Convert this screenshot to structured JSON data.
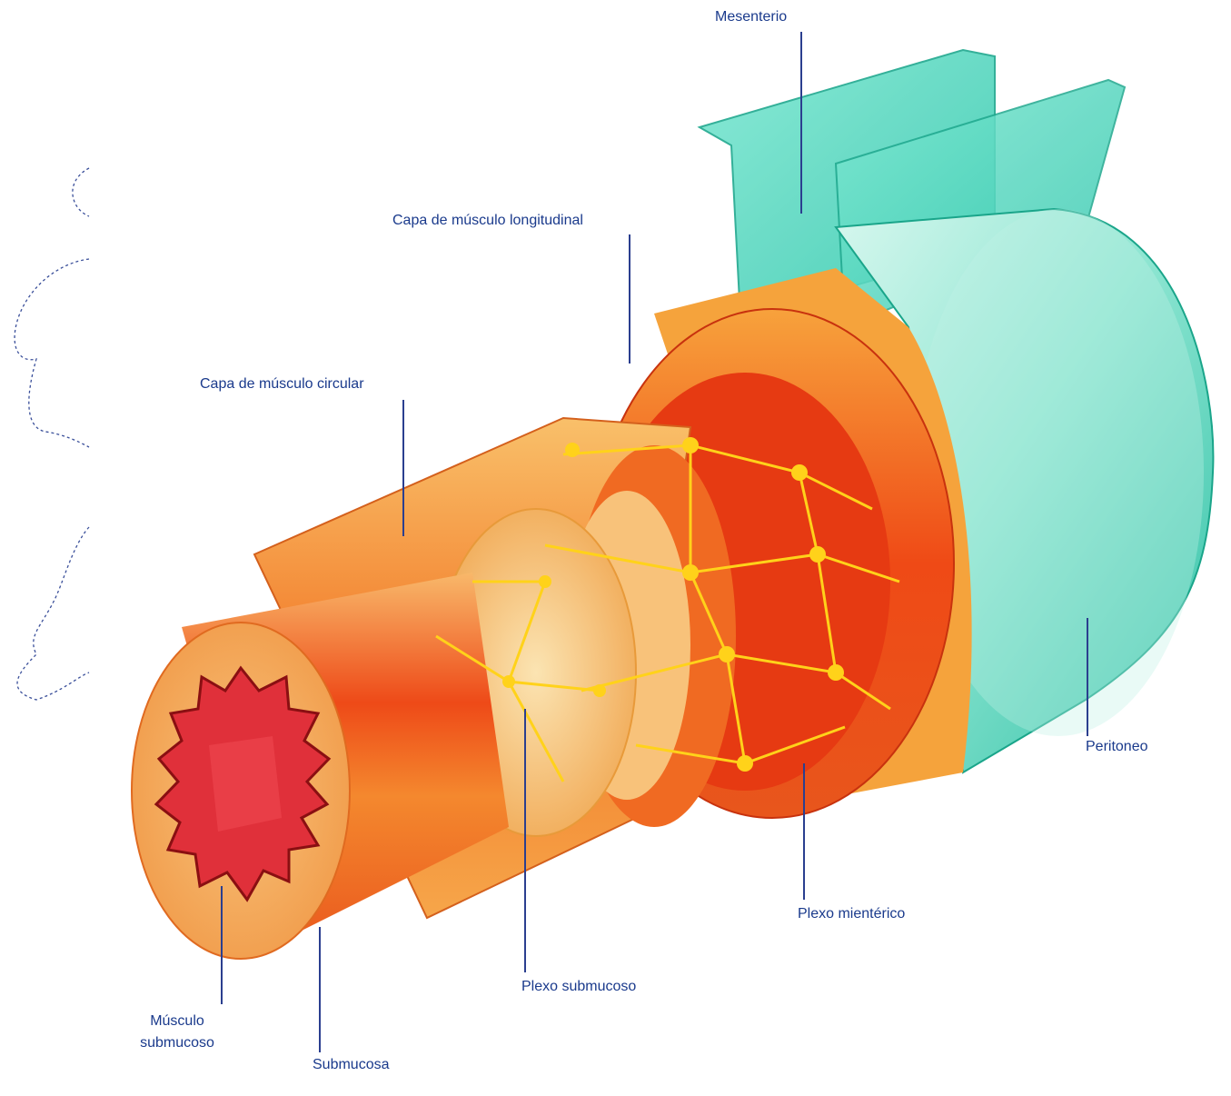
{
  "colors": {
    "label": "#1a3a8c",
    "leader": "#2b3f8f",
    "peritoneum": "#3fd0b8",
    "peritoneum_light": "#bff2e6",
    "muscle_dark": "#e02a10",
    "muscle_mid": "#f25a1a",
    "muscle_light": "#f7a040",
    "submucosa": "#f7cc88",
    "plexus": "#ffd21a",
    "lumen": "#e0303a",
    "margin_line": "#3a4f9a"
  },
  "labels": {
    "mesenterio": "Mesenterio",
    "longitudinal": "Capa de músculo longitudinal",
    "circular": "Capa de músculo circular",
    "peritoneo": "Peritoneo",
    "mienterico": "Plexo mientérico",
    "submucoso_plexo": "Plexo submucoso",
    "musculo_submucoso": "Músculo submucoso",
    "submucosa": "Submucosa"
  }
}
